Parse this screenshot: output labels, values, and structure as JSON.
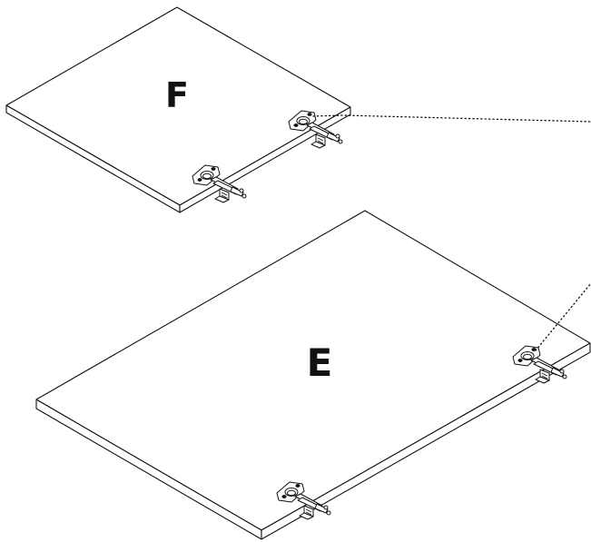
{
  "diagram": {
    "panels": [
      {
        "id": "F",
        "label": "F"
      },
      {
        "id": "E",
        "label": "E"
      }
    ],
    "colors": {
      "line": "#111111",
      "background": "#ffffff"
    },
    "components": [
      "panel",
      "concealed-hinge",
      "leader-line"
    ]
  }
}
